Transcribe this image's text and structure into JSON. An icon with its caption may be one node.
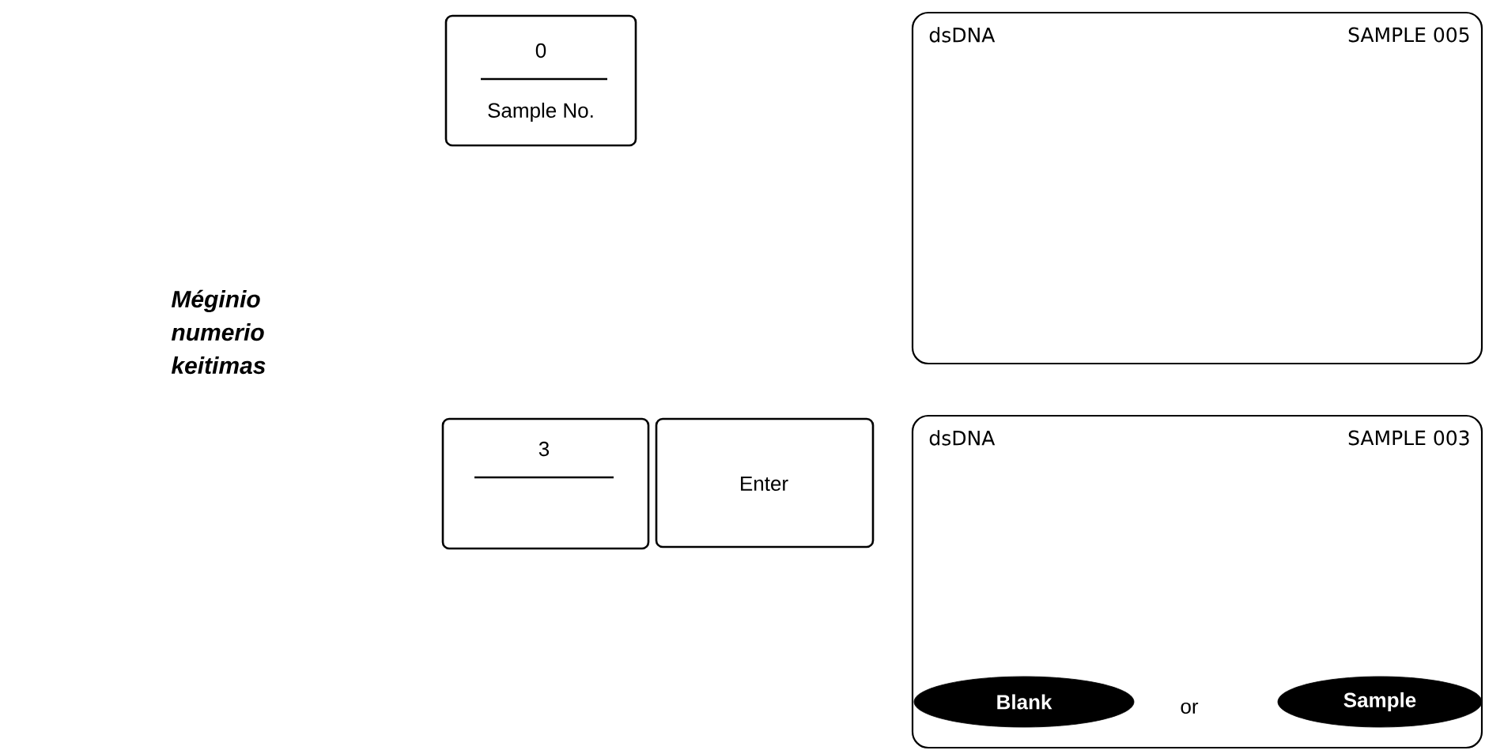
{
  "diagram": {
    "nodes": [
      {
        "text": [
          "0",
          "Sample No."
        ]
      },
      {
        "text": [
          "dsDNA",
          "SAMPLE 005"
        ]
      },
      {
        "text": [
          "3"
        ]
      },
      {
        "text": [
          "Enter"
        ]
      },
      {
        "text": [
          "dsDNA",
          "SAMPLE 003",
          "or"
        ]
      },
      {
        "text": [
          "Blank"
        ],
        "in": 4
      },
      {
        "text": [
          "Sample"
        ],
        "in": 4
      }
    ],
    "labels": [
      "Méginio numerio keitimas"
    ]
  }
}
